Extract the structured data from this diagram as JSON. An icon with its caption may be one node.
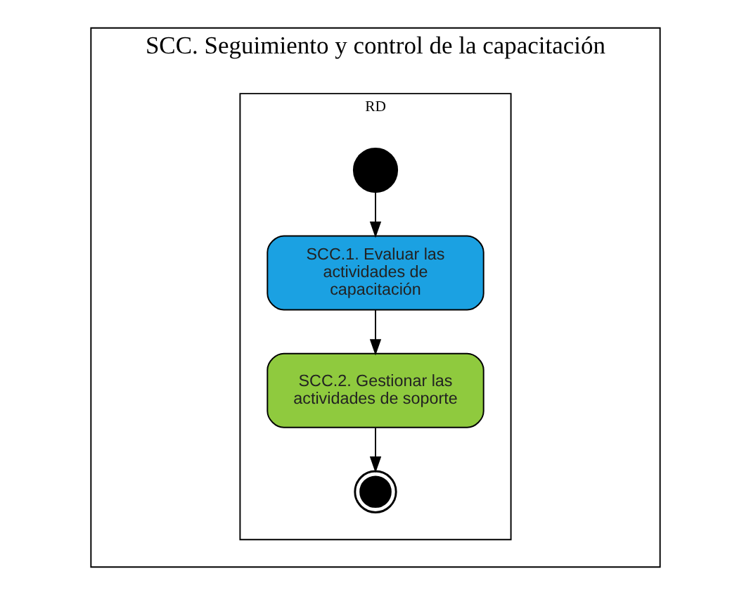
{
  "diagram": {
    "nodes": [
      {
        "text": [
          "SCC. Seguimiento y control de la capacitación"
        ]
      },
      {
        "text": [
          "RD"
        ],
        "in": 0
      },
      {
        "text": [],
        "shape": "circle",
        "in": 1
      },
      {
        "text": [
          "SCC.1. Evaluar las actividades de capacitación"
        ],
        "in": 1
      },
      {
        "text": [
          "SCC.2. Gestionar las actividades de soporte"
        ],
        "in": 1
      },
      {
        "text": [],
        "shape": "circle",
        "in": 1
      }
    ],
    "edges": [
      {
        "from": 2,
        "to": 3,
        "arrow": "to"
      },
      {
        "from": 3,
        "to": 4,
        "arrow": "to"
      },
      {
        "from": 4,
        "to": 5,
        "arrow": "to"
      }
    ]
  }
}
